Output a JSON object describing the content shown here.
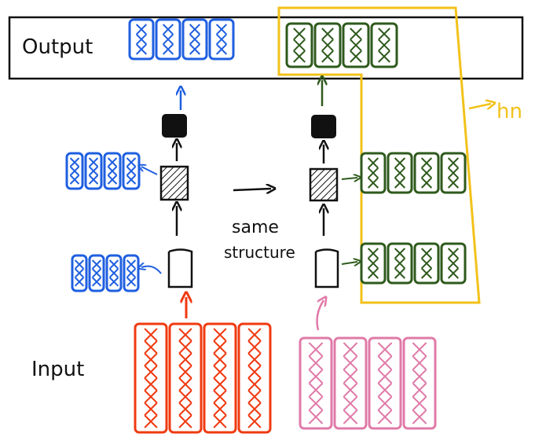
{
  "labels": {
    "output": "Output",
    "input": "Input",
    "same": "same",
    "structure": "structure",
    "hn": "hn"
  },
  "colors": {
    "ink": "#111111",
    "blue": "#1f5fe0",
    "green": "#2e5a1c",
    "red": "#f03a10",
    "pink": "#e07aa8",
    "yellow": "#f2c21a"
  },
  "icons": {
    "cell": "cup-icon",
    "hidden": "hatched-square-icon",
    "output_layer": "black-square-icon"
  }
}
